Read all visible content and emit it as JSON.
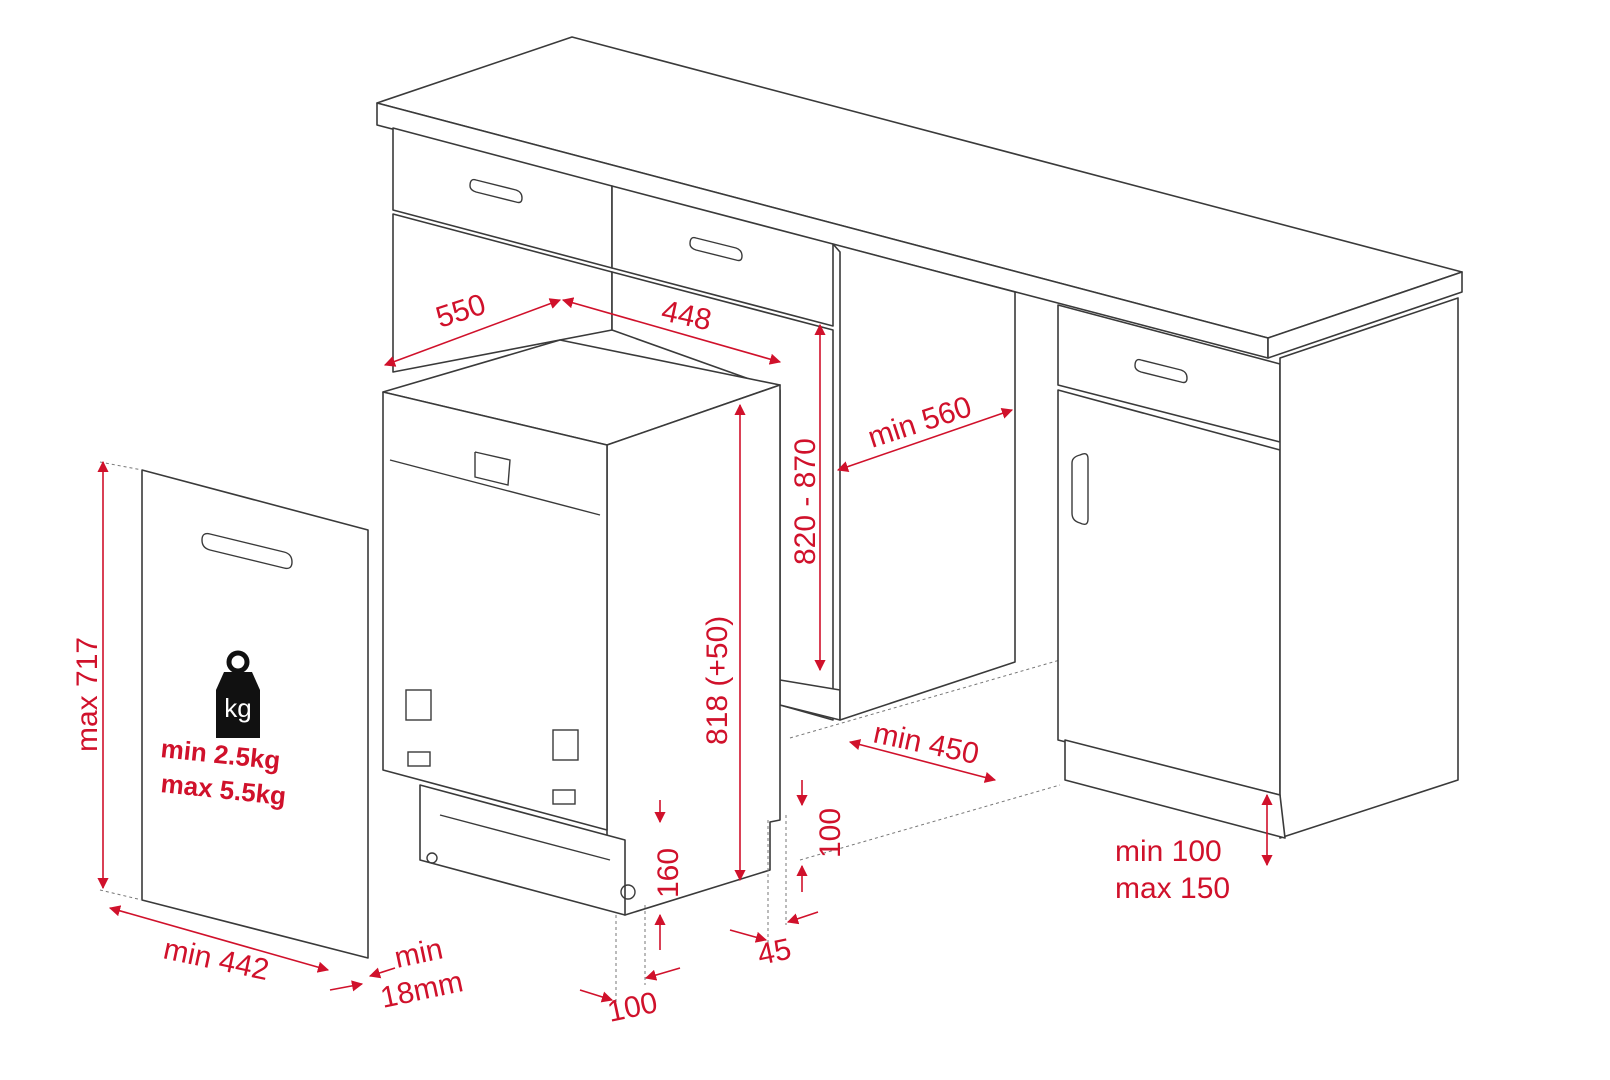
{
  "diagram": {
    "title": "Built-in dishwasher installation dimensions",
    "accent_color": "#d0112b",
    "labels": {
      "depth": "550",
      "width": "448",
      "niche_height": "820 - 870",
      "niche_depth": "min 560",
      "appliance_height": "818 (+50)",
      "door_panel_height": "max 717",
      "door_weight_min": "min  2.5kg",
      "door_weight_max": "max 5.5kg",
      "weight_icon": "kg",
      "niche_width": "min 450",
      "plinth_100": "100",
      "plinth_160": "160",
      "plinth_45": "45",
      "panel_thickness_1": "min",
      "panel_thickness_2": "18mm",
      "bottom_100": "100",
      "panel_width": "min 442",
      "plinth_min": "min 100",
      "plinth_max": "max 150"
    }
  }
}
